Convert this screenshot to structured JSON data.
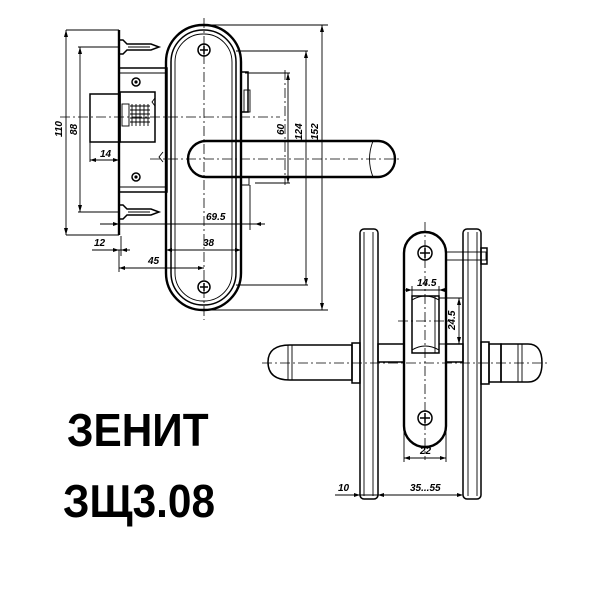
{
  "title": {
    "line1": "ЗЕНИТ",
    "line2": "ЗЩ3.08"
  },
  "front_view": {
    "dimensions": {
      "overall_height": "110",
      "screw_spacing": "88",
      "bolt_throw": "14",
      "plate_spacing_12": "12",
      "backset": "45",
      "escutcheon_width": "38",
      "handle_projection": "69.5",
      "handle_offset": "60",
      "escutcheon_inner": "124",
      "escutcheon_height": "152"
    }
  },
  "side_view": {
    "dimensions": {
      "latch_width": "14.5",
      "latch_height": "24.5",
      "body_width": "22",
      "plate_offset": "10",
      "door_thickness": "35...55"
    }
  },
  "colors": {
    "line": "#000000",
    "background": "#ffffff"
  }
}
